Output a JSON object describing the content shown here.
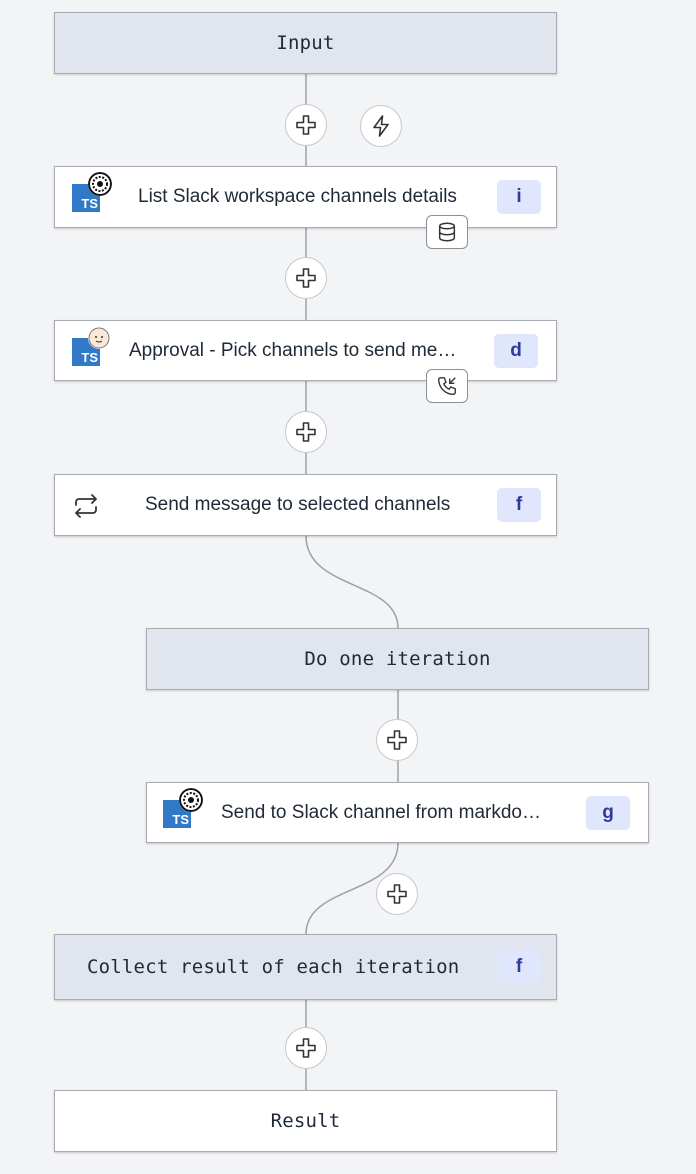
{
  "flow": {
    "input": {
      "label": "Input"
    },
    "step_list_channels": {
      "label": "List Slack workspace channels details",
      "badge": "i",
      "icon": "typescript-icon"
    },
    "step_approval": {
      "label": "Approval - Pick channels to send me…",
      "badge": "d",
      "icon": "typescript-icon"
    },
    "step_loop": {
      "label": "Send message to selected channels",
      "badge": "f",
      "icon": "loop-arrows-icon"
    },
    "do_iteration": {
      "label": "Do one iteration"
    },
    "step_send_slack": {
      "label": "Send to Slack channel from markdo…",
      "badge": "g",
      "icon": "typescript-icon"
    },
    "collect": {
      "label": "Collect result of each iteration",
      "badge": "f"
    },
    "result": {
      "label": "Result"
    }
  },
  "colors": {
    "canvas": "#f3f4f6",
    "gray_node": "#e1e6ee",
    "badge_bg": "#e0e6fb",
    "badge_text": "#2f3b9c",
    "typescript": "#3178c6",
    "edge": "#9ca0a6"
  }
}
